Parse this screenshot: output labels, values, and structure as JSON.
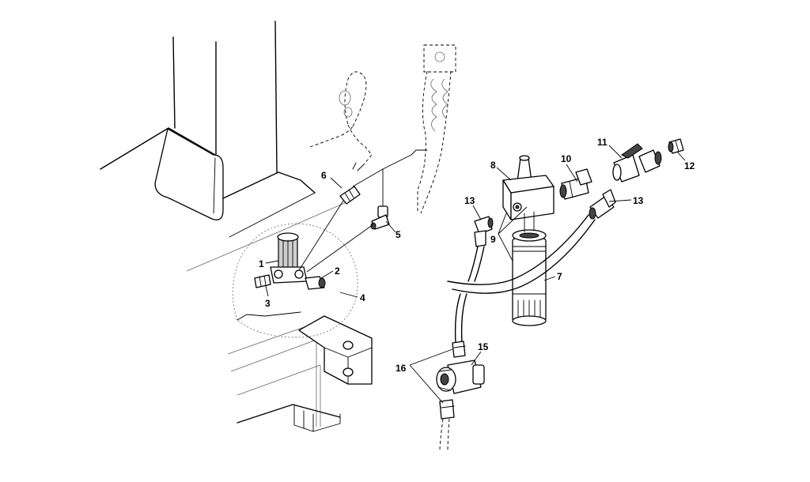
{
  "labels": {
    "l1": "1",
    "l2": "2",
    "l3": "3",
    "l4": "4",
    "l5": "5",
    "l6": "6",
    "l7": "7",
    "l8": "8",
    "l9": "9",
    "l10": "10",
    "l11": "11",
    "l12": "12",
    "l13a": "13",
    "l13b": "13",
    "l15": "15",
    "l16": "16"
  }
}
